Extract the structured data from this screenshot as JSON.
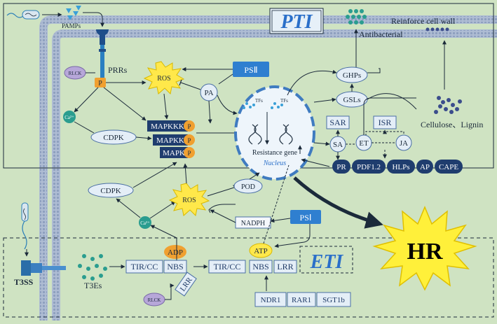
{
  "regions": {
    "pti": "PTI",
    "eti": "ETI",
    "hr": "HR",
    "nucleus": "Nucleus"
  },
  "pti_side": {
    "pamps": "PAMPs",
    "rlck": "RLCK",
    "p": "P",
    "prrs": "PRRs",
    "ros": "ROS",
    "psii": "PSⅡ",
    "pa": "PA",
    "ca": "Ca²⁺",
    "cdpk": "CDPK",
    "mapkkk": "MAPKKK",
    "mapkk": "MAPKK",
    "mapk": "MAPK",
    "tfs_left": "TFs",
    "tfs_right": "TFs",
    "resistance_gene": "Resistance gene"
  },
  "defense": {
    "antibacterial": "Antibacterial",
    "cell_wall": "Reinforce cell wall",
    "ghps": "GHPs",
    "gsls": "GSLs",
    "cellulose_lignin": "Cellulose、Lignin",
    "sar": "SAR",
    "isr": "ISR",
    "sa": "SA",
    "et": "ET",
    "ja": "JA",
    "outputs": [
      "PR",
      "PDF1.2",
      "HLPs",
      "AP",
      "CAPE"
    ]
  },
  "eti_side": {
    "cdpk": "CDPK",
    "ca": "Ca²⁺",
    "ros": "ROS",
    "pod": "POD",
    "nadph": "NADPH",
    "psi": "PSⅠ",
    "t3ss": "T3SS",
    "t3es": "T3Es",
    "tir1": "TIR/CC",
    "nbs1": "NBS",
    "adp": "ADP",
    "lrr1": "LRR",
    "rlck": "RLCK",
    "tir2": "TIR/CC",
    "nbs2": "NBS",
    "lrr2": "LRR",
    "atp": "ATP",
    "cofactors": [
      "NDR1",
      "RAR1",
      "SGT1b"
    ]
  },
  "colors": {
    "background": "#cfe3c2",
    "membrane": "#9aabc4",
    "dark_blue": "#1f3d6e",
    "light_blue": "#e4eef7",
    "box_border": "#4a6fa5",
    "orange": "#f0a030",
    "burst": "#ffe84a",
    "teal": "#2a9d8f",
    "pti_text": "#2a6fc9"
  }
}
